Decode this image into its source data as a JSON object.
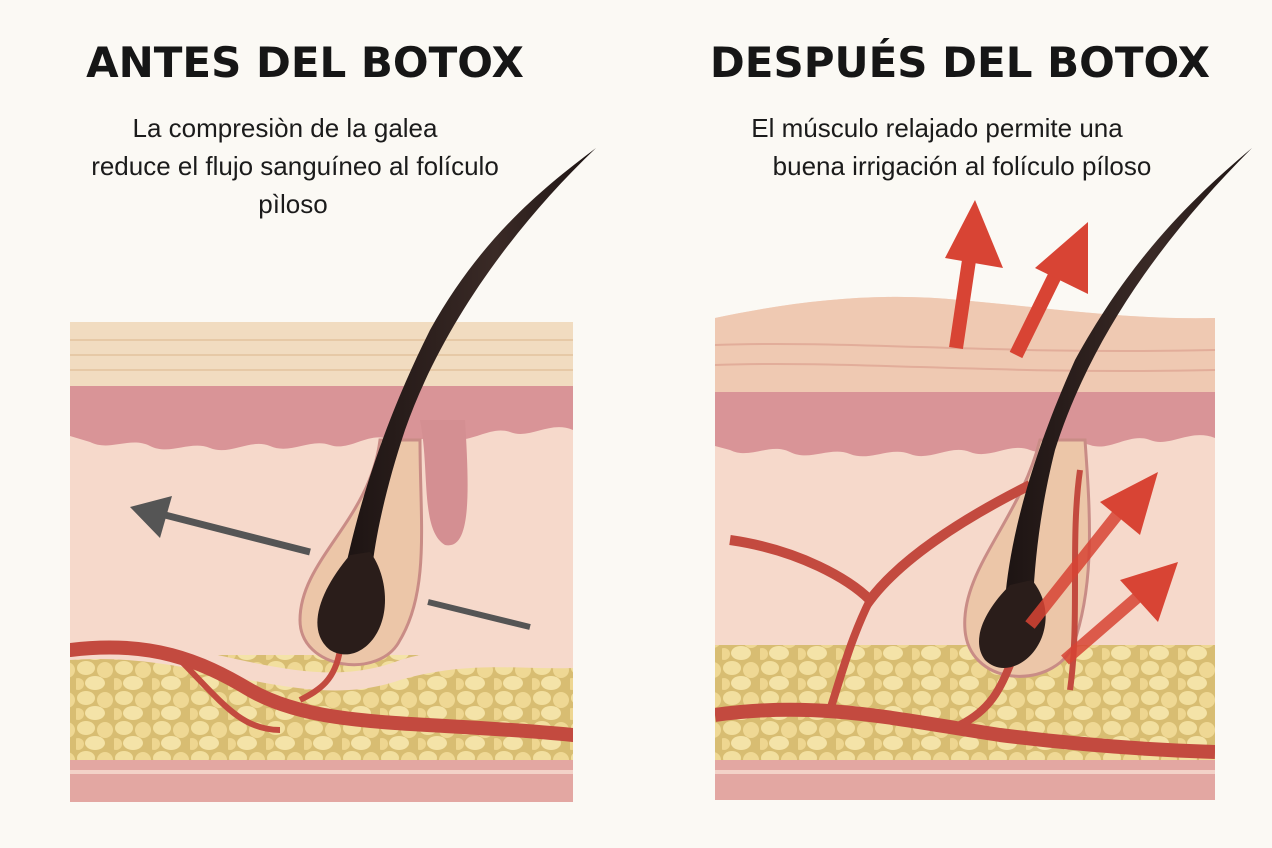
{
  "left_panel": {
    "title": "ANTES DEL BOTOX",
    "caption_lines": [
      "La compresiòn de la galea",
      "reduce el flujo sanguíneo al folículo",
      "pìloso"
    ]
  },
  "right_panel": {
    "title": "DESPUÉS DEL BOTOX",
    "caption_lines": [
      "El músculo relajado permite una",
      "buena irrigación al folículo píloso"
    ]
  },
  "colors": {
    "background": "#fbf9f4",
    "epidermis": "#f0d9bd",
    "dermis_pink": "#d98f93",
    "tissue": "#f6d6c8",
    "fat": "#ecd592",
    "vessel": "#c34a3f",
    "hair": "#2a1d1a",
    "arrow_red": "#d84434",
    "arrow_gray": "#555555"
  }
}
